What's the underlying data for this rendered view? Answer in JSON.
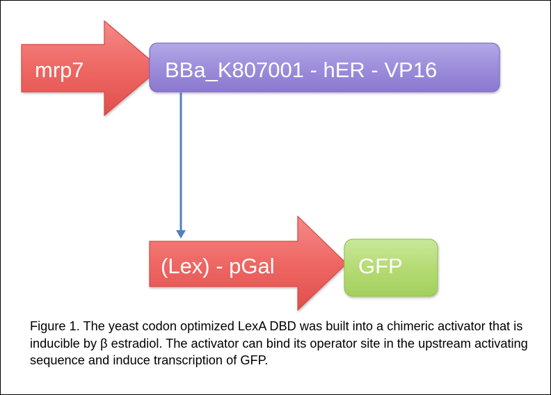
{
  "diagram": {
    "promoter_top": {
      "label": "mrp7",
      "color": "#ec5f5f"
    },
    "activator": {
      "label": "BBa_K807001 -  hER -  VP16",
      "color": "#9d8ddb"
    },
    "promoter_bottom": {
      "label": "(Lex) -  pGal",
      "color": "#ec5f5f"
    },
    "reporter": {
      "label": "GFP",
      "color": "#b5db74"
    },
    "connector_color": "#4f81bd"
  },
  "caption": {
    "text": "Figure 1. The yeast codon optimized LexA DBD was built into a chimeric activator that is inducible by β estradiol. The activator can bind its operator site in the upstream activating sequence and induce transcription of GFP."
  }
}
